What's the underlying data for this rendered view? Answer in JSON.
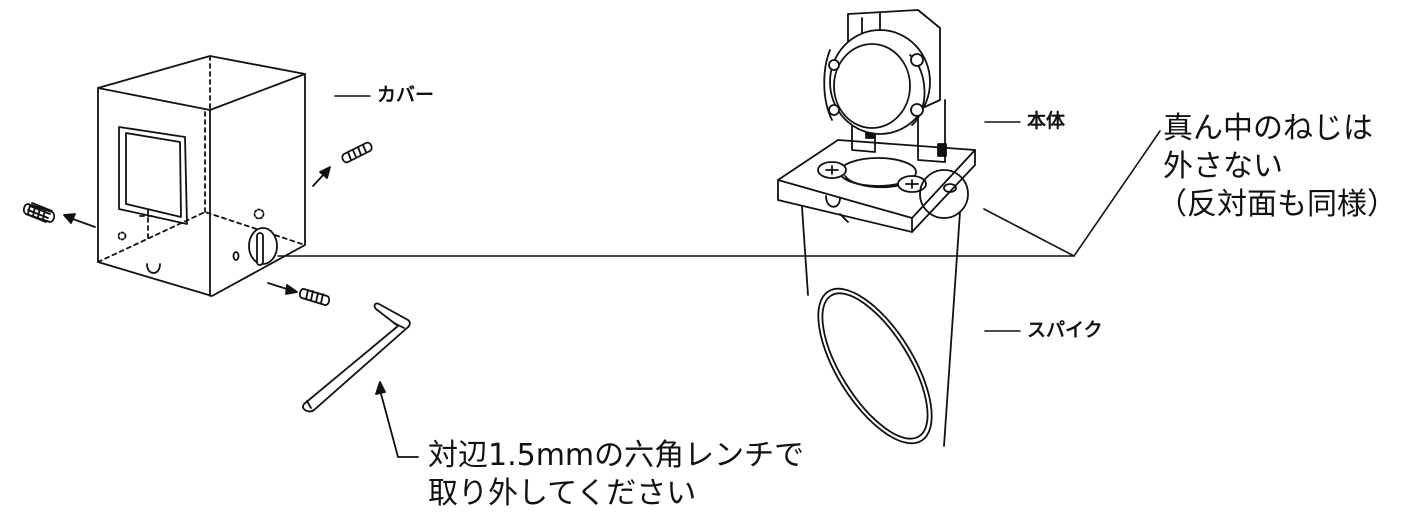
{
  "labels": {
    "cover": "カバー",
    "body": "本体",
    "spike": "スパイク"
  },
  "note_center_screw": [
    "真ん中のねじは",
    "外さない",
    "（反対面も同様）"
  ],
  "note_wrench": [
    "対辺1.5mmの六角レンチで",
    "取り外してください"
  ],
  "colors": {
    "ink": "#111111",
    "background": "#ffffff"
  }
}
